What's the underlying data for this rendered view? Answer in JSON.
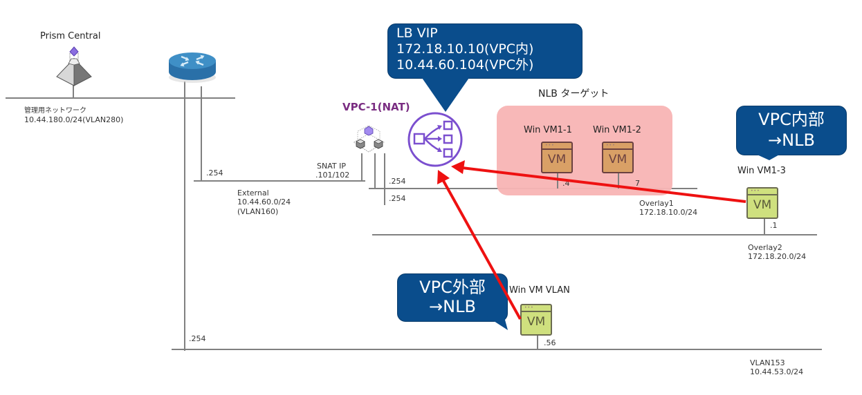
{
  "prism_central": {
    "label": "Prism Central"
  },
  "mgmt_network": {
    "name": "管理用ネットワーク",
    "subnet": "10.44.180.0/24(VLAN280)"
  },
  "external_network": {
    "name": "External",
    "subnet": "10.44.60.0/24",
    "vlan": "(VLAN160)",
    "router_ip": ".254"
  },
  "snat": {
    "label": "SNAT IP",
    "ips": ".101/102"
  },
  "vpc": {
    "label": "VPC-1(NAT)",
    "gw_overlay1": ".254",
    "gw_overlay2": ".254"
  },
  "lb_callout": {
    "line1": "LB VIP",
    "line2": "172.18.10.10(VPC内)",
    "line3": "10.44.60.104(VPC外)"
  },
  "nlb_target": {
    "title": "NLB ターゲット"
  },
  "vms": [
    {
      "name": "Win VM1-1",
      "icon_text": "VM",
      "ip": ".4"
    },
    {
      "name": "Win VM1-2",
      "icon_text": "VM",
      "ip": "7"
    },
    {
      "name": "Win VM1-3",
      "icon_text": "VM",
      "ip": ".1"
    },
    {
      "name": "Win VM VLAN",
      "icon_text": "VM",
      "ip": ".56"
    }
  ],
  "overlay1": {
    "name": "Overlay1",
    "subnet": "172.18.10.0/24"
  },
  "overlay2": {
    "name": "Overlay2",
    "subnet": "172.18.20.0/24"
  },
  "vlan153": {
    "name": "VLAN153",
    "subnet": "10.44.53.0/24",
    "router_ip": ".254"
  },
  "callout_inside": {
    "line1": "VPC内部",
    "line2": "→NLB"
  },
  "callout_outside": {
    "line1": "VPC外部",
    "line2": "→NLB"
  },
  "colors": {
    "callout": "#0a4d8c",
    "arrow": "#ee1111",
    "nlb_zone": "#f8b4b4",
    "vpc_purple": "#7a2d82",
    "lb_icon": "#7b4fcf"
  }
}
